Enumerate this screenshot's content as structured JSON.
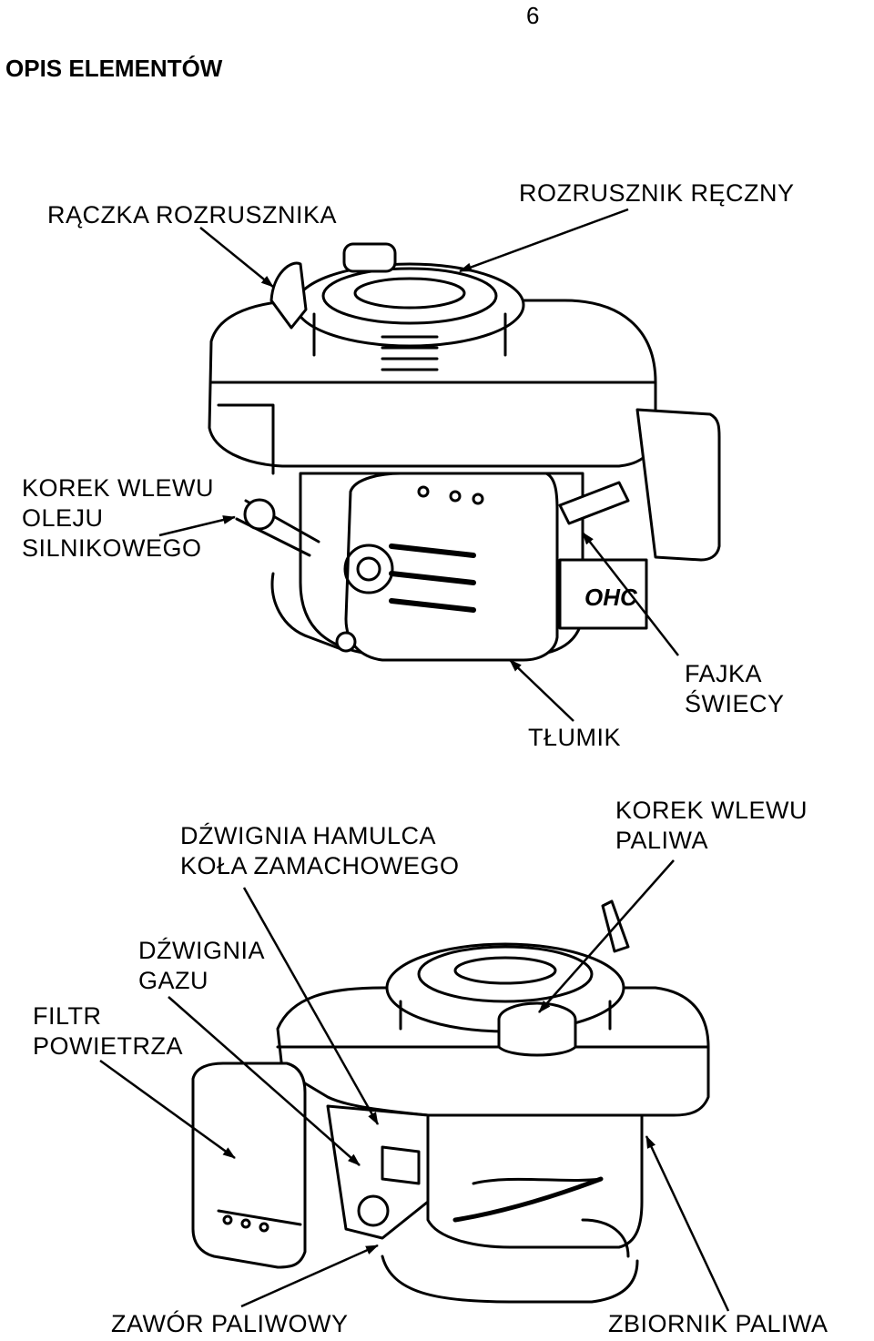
{
  "page": {
    "number": "6",
    "title": "OPIS ELEMENTÓW"
  },
  "labels": {
    "starter_grip": "RĄCZKA ROZRUSZNIKA",
    "recoil_starter": "ROZRUSZNIK RĘCZNY",
    "oil_filler_cap": [
      "KOREK WLEWU",
      "OLEJU",
      "SILNIKOWEGO"
    ],
    "spark_plug_cap": [
      "FAJKA",
      "ŚWIECY"
    ],
    "muffler": "TŁUMIK",
    "flywheel_brake_lever": [
      "DŹWIGNIA HAMULCA",
      "KOŁA ZAMACHOWEGO"
    ],
    "fuel_filler_cap": [
      "KOREK WLEWU",
      "PALIWA"
    ],
    "throttle_lever": [
      "DŹWIGNIA",
      "GAZU"
    ],
    "air_filter": [
      "FILTR",
      "POWIETRZA"
    ],
    "fuel_valve": "ZAWÓR PALIWOWY",
    "fuel_tank": "ZBIORNIK PALIWA"
  },
  "engine_badge": "OHC",
  "colors": {
    "ink": "#000000",
    "paper": "#ffffff"
  }
}
